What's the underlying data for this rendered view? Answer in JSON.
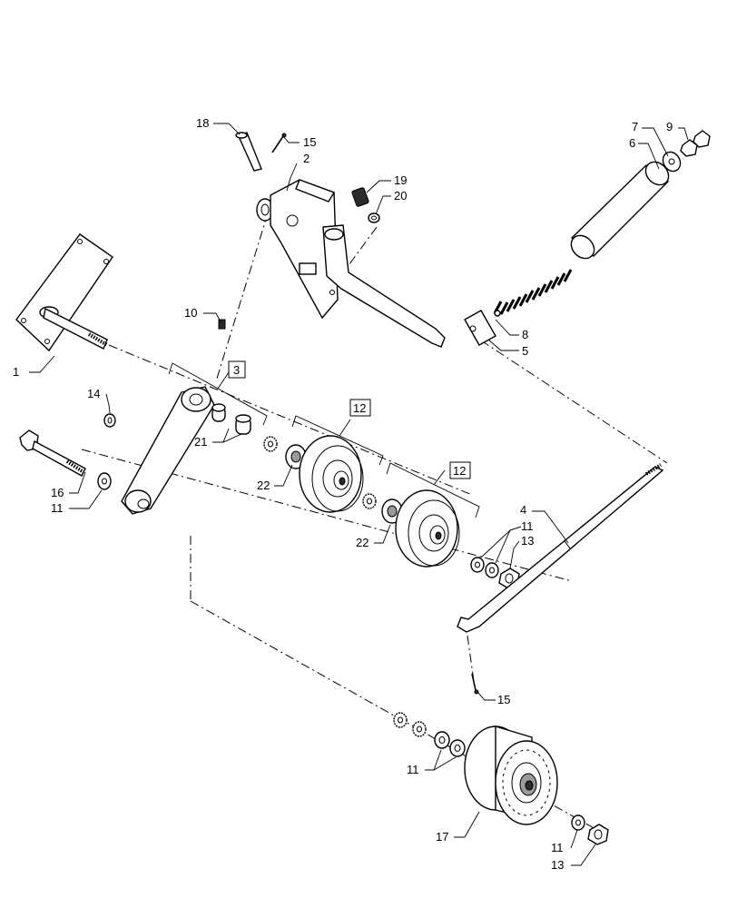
{
  "diagram": {
    "callouts": {
      "c1": "1",
      "c2": "2",
      "c3": "3",
      "c4": "4",
      "c5": "5",
      "c6": "6",
      "c7": "7",
      "c8": "8",
      "c9": "9",
      "c10": "10",
      "c11a": "11",
      "c11b": "11",
      "c11c": "11",
      "c11d": "11",
      "c12a": "12",
      "c12b": "12",
      "c13a": "13",
      "c13b": "13",
      "c14": "14",
      "c15a": "15",
      "c15b": "15",
      "c16": "16",
      "c17": "17",
      "c18": "18",
      "c19": "19",
      "c20": "20",
      "c21": "21",
      "c22a": "22",
      "c22b": "22"
    }
  }
}
